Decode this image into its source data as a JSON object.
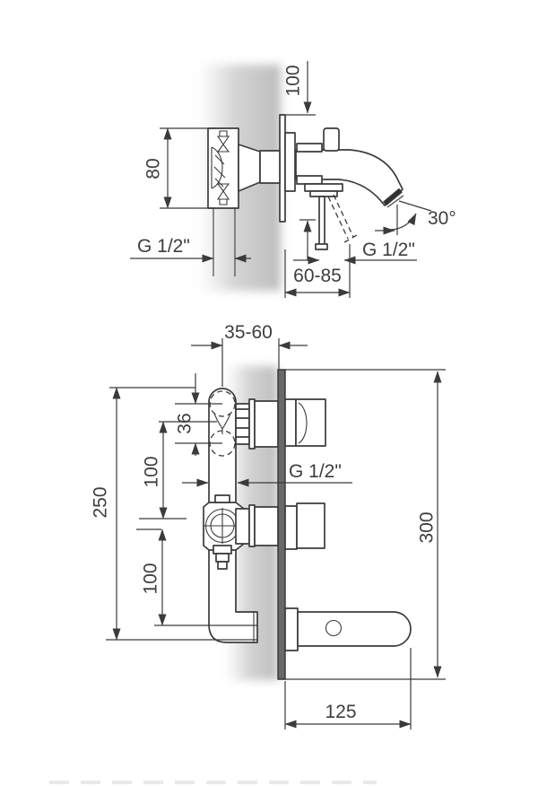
{
  "page": {
    "background": "#ffffff",
    "line_color": "#3b3b3b",
    "text_color": "#3d3d3d",
    "wall_shade": "#c4c4c4"
  },
  "side_view": {
    "dim_wall_offset": "100",
    "dim_body_height": "80",
    "label_inlet_thread": "G 1/2\"",
    "label_outlet_thread": "G 1/2\"",
    "dim_projection": "60-85",
    "dim_spout_angle": "30°"
  },
  "front_view": {
    "dim_depth_range": "35-60",
    "dim_inlet_offset": "36",
    "dim_upper_spacing": "100",
    "dim_lower_spacing": "100",
    "dim_body_length": "250",
    "dim_plate_length": "300",
    "dim_spout_length": "125",
    "label_outlet_thread": "G 1/2\""
  }
}
